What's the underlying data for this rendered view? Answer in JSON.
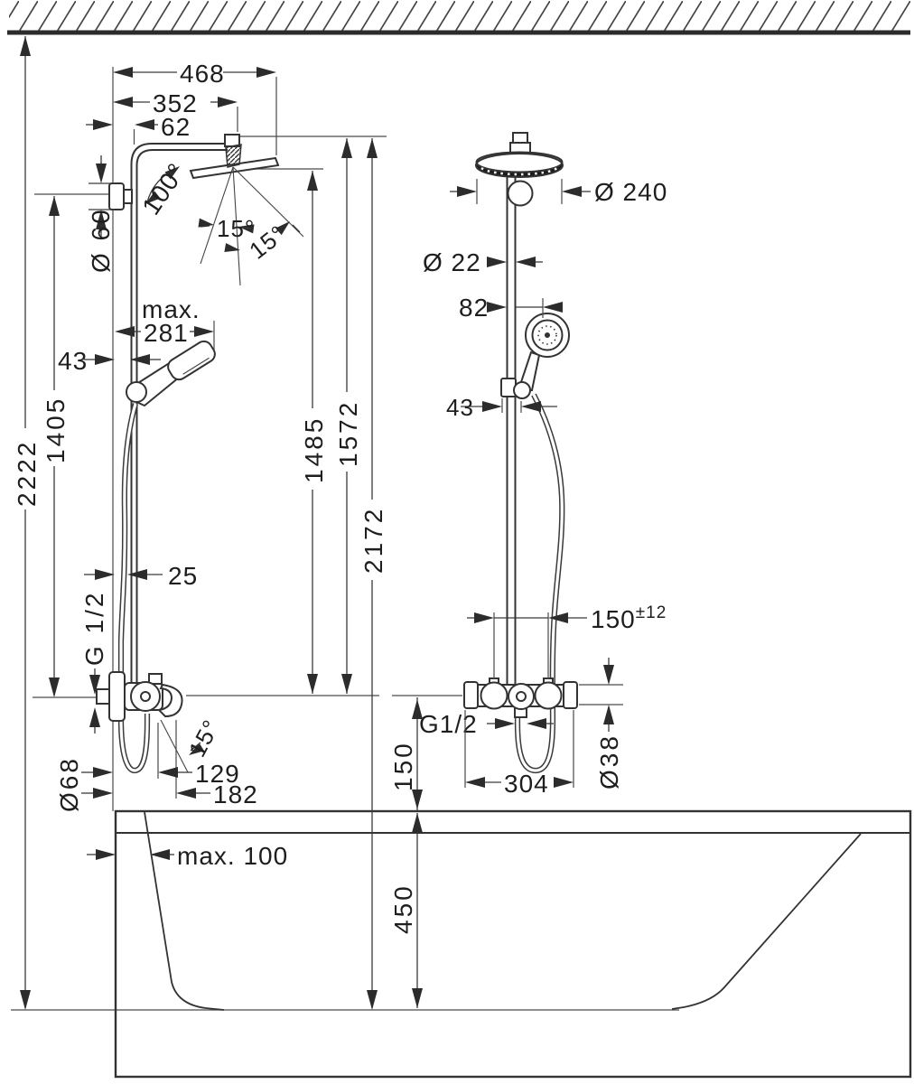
{
  "drawing_type": "shower-system installation dimensional drawing over bathtub",
  "labels": {
    "top": {
      "d468": "468",
      "d352": "352",
      "d62": "62",
      "a100": "100°",
      "a15_1": "15°",
      "a15_2": "15°",
      "d60": "Ø 60"
    },
    "left_view": {
      "max_label": "max.",
      "d281": "281",
      "d43": "43",
      "d25": "25",
      "g12": "G 1/2",
      "d68": "Ø68",
      "d129": "129",
      "d182": "182",
      "a15_spout": "15°",
      "d1405": "1405",
      "d2222": "2222",
      "d1485": "1485",
      "d1572": "1572",
      "d2172": "2172"
    },
    "right_view": {
      "d240": "Ø 240",
      "d22": "Ø 22",
      "d82": "82",
      "d43": "43",
      "d150": "150",
      "d150_tol": "±12",
      "g12": "G1/2",
      "d304": "304",
      "d38": "Ø38",
      "d150v": "150"
    },
    "tub": {
      "max100": "max. 100",
      "d450": "450"
    }
  }
}
